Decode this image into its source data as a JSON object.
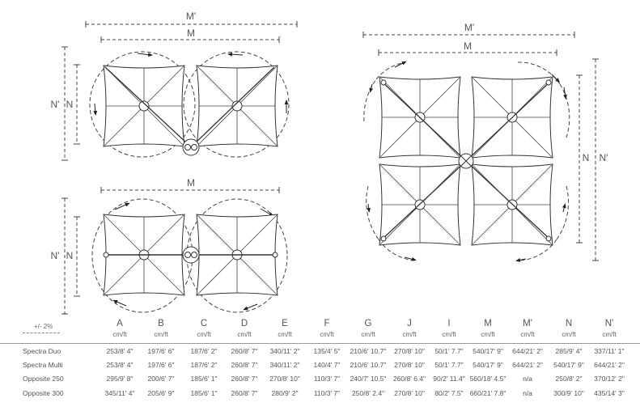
{
  "diagrams": {
    "top_left": {
      "outer_width_label": "M'",
      "inner_width_label": "M",
      "outer_height_label": "N'",
      "inner_height_label": "N"
    },
    "bottom_left": {
      "width_label": "M",
      "outer_height_label": "N'",
      "inner_height_label": "N"
    },
    "right": {
      "outer_width_label": "M'",
      "inner_width_label": "M",
      "inner_height_label": "N",
      "outer_height_label": "N'"
    }
  },
  "specs": {
    "tolerance": "+/- 2%",
    "columns": [
      "A",
      "B",
      "C",
      "D",
      "E",
      "F",
      "G",
      "J",
      "I",
      "M",
      "M'",
      "N",
      "N'"
    ],
    "unit": "cm/ft",
    "rows": [
      {
        "name": "Spectra Duo",
        "values": [
          "253/8' 4\"",
          "197/6' 6\"",
          "187/6' 2\"",
          "260/8' 7\"",
          "340/11' 2\"",
          "135/4' 5\"",
          "210/6' 10.7\"",
          "270/8' 10\"",
          "50/1' 7.7\"",
          "540/17' 9\"",
          "644/21' 2\"",
          "285/9' 4\"",
          "337/11' 1\""
        ]
      },
      {
        "name": "Spectra Multi",
        "values": [
          "253/8' 4\"",
          "197/6' 6\"",
          "187/6' 2\"",
          "260/8' 7\"",
          "340/11' 2\"",
          "140/4' 7\"",
          "210/6' 10.7\"",
          "270/8' 10\"",
          "50/1' 7.7\"",
          "540/17' 9\"",
          "644/21' 2\"",
          "540/17' 9\"",
          "644/21' 2\""
        ]
      },
      {
        "name": "Opposite 250",
        "values": [
          "295/9' 8\"",
          "200/6' 7\"",
          "185/6' 1\"",
          "260/8' 7\"",
          "270/8' 10\"",
          "110/3' 7\"",
          "240/7' 10.5\"",
          "260/8' 6.4\"",
          "90/2' 11.4\"",
          "560/18' 4.5\"",
          "n/a",
          "250/8' 2\"",
          "370/12' 2\""
        ]
      },
      {
        "name": "Opposite 300",
        "values": [
          "345/11' 4\"",
          "205/6' 9\"",
          "185/6' 1\"",
          "260/8' 7\"",
          "280/9' 2\"",
          "110/3' 7\"",
          "250/8' 2.4\"",
          "270/8' 10\"",
          "80/2' 7.5\"",
          "660/21' 7.8\"",
          "n/a",
          "300/9' 10\"",
          "435/14' 3\""
        ]
      }
    ]
  }
}
